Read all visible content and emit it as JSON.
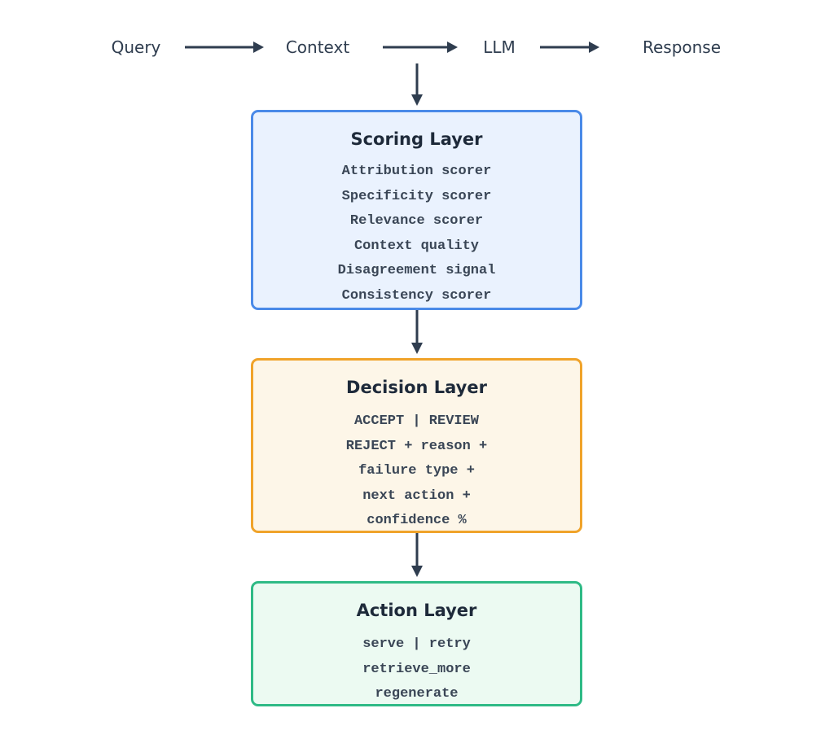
{
  "flow": {
    "query": "Query",
    "context": "Context",
    "llm": "LLM",
    "response": "Response"
  },
  "scoring_layer": {
    "title": "Scoring Layer",
    "lines": [
      "Attribution scorer",
      "Specificity scorer",
      "Relevance scorer",
      "Context quality",
      "Disagreement signal",
      "Consistency scorer"
    ]
  },
  "decision_layer": {
    "title": "Decision Layer",
    "lines": [
      "ACCEPT | REVIEW",
      "REJECT + reason +",
      "failure type +",
      "next action +",
      "confidence %"
    ]
  },
  "action_layer": {
    "title": "Action Layer",
    "lines": [
      "serve | retry",
      "retrieve_more",
      "regenerate"
    ]
  },
  "colors": {
    "arrow": "#2f3d4f",
    "scoring_border": "#4a8ae8",
    "scoring_fill": "#eaf2fe",
    "decision_border": "#f0a32a",
    "decision_fill": "#fdf6e8",
    "action_border": "#2fba86",
    "action_fill": "#ecfaf2"
  }
}
